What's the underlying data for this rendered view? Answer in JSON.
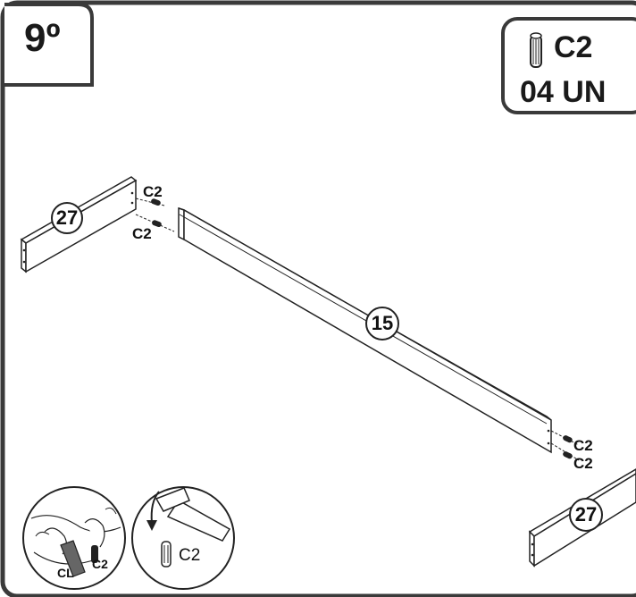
{
  "step": {
    "number": "9º"
  },
  "parts_box": {
    "code": "C2",
    "quantity": "04 UN"
  },
  "panels": {
    "side_top": "27",
    "side_bottom": "27",
    "rail": "15"
  },
  "dowels": {
    "left_upper": "C2",
    "left_lower": "C2",
    "right_upper": "C2",
    "right_lower": "C2"
  },
  "insets": {
    "glue_left": "CL",
    "glue_right": "C2",
    "hammer_dowel": "C2"
  }
}
